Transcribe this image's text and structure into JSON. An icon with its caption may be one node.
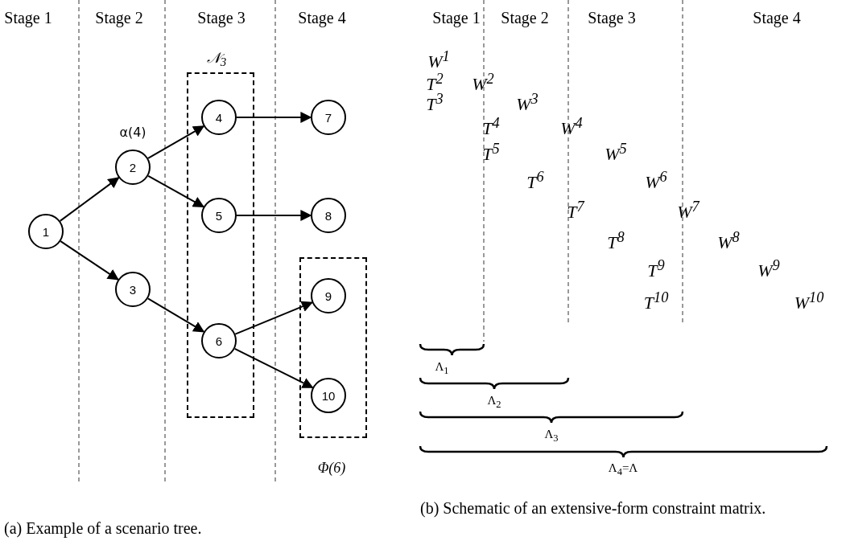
{
  "diagram": {
    "nodes": [
      {
        "text": [
          "1"
        ]
      },
      {
        "text": [
          "2"
        ],
        "beside": [
          "α(4)"
        ]
      },
      {
        "text": [
          "3"
        ]
      },
      {
        "text": [
          "𝒩$_{3}$"
        ]
      },
      {
        "text": [
          "4"
        ],
        "in": 3
      },
      {
        "text": [
          "5"
        ],
        "in": 3
      },
      {
        "text": [
          "6"
        ],
        "in": 3
      },
      {
        "text": [
          "7"
        ]
      },
      {
        "text": [
          "8"
        ]
      },
      {
        "text": [
          "Φ(6)"
        ]
      },
      {
        "text": [
          "9"
        ],
        "in": 9
      },
      {
        "text": [
          "10"
        ],
        "in": 9
      }
    ],
    "edges": [
      {
        "from": 0,
        "to": 1,
        "arrow": "to"
      },
      {
        "from": 0,
        "to": 2,
        "arrow": "to"
      },
      {
        "from": 1,
        "to": 4,
        "arrow": "to"
      },
      {
        "from": 1,
        "to": 5,
        "arrow": "to"
      },
      {
        "from": 2,
        "to": 6,
        "arrow": "to"
      },
      {
        "from": 4,
        "to": 7,
        "arrow": "to"
      },
      {
        "from": 5,
        "to": 8,
        "arrow": "to"
      },
      {
        "from": 6,
        "to": 10,
        "arrow": "to"
      },
      {
        "from": 6,
        "to": 11,
        "arrow": "to"
      }
    ],
    "labels": [
      "Stage 1",
      "Stage 2",
      "Stage 3",
      "Stage 4",
      "Stage 1",
      "Stage 2",
      "Stage 3",
      "Stage 4",
      "W$^{1}$",
      "T$^{2}$",
      "W$^{2}$",
      "T$^{3}$",
      "W$^{3}$",
      "T$^{4}$",
      "W$^{4}$",
      "T$^{5}$",
      "W$^{5}$",
      "T$^{6}$",
      "W$^{6}$",
      "T$^{7}$",
      "W$^{7}$",
      "T$^{8}$",
      "W$^{8}$",
      "T$^{9}$",
      "W$^{9}$",
      "T$^{10}$",
      "W$^{10}$",
      "Λ$_{1}$",
      "Λ$_{2}$",
      "Λ$_{3}$",
      "Λ$_{4}$=Λ",
      "(a) Example of a scenario tree.",
      "(b) Schematic of an extensive-form constraint matrix."
    ]
  }
}
